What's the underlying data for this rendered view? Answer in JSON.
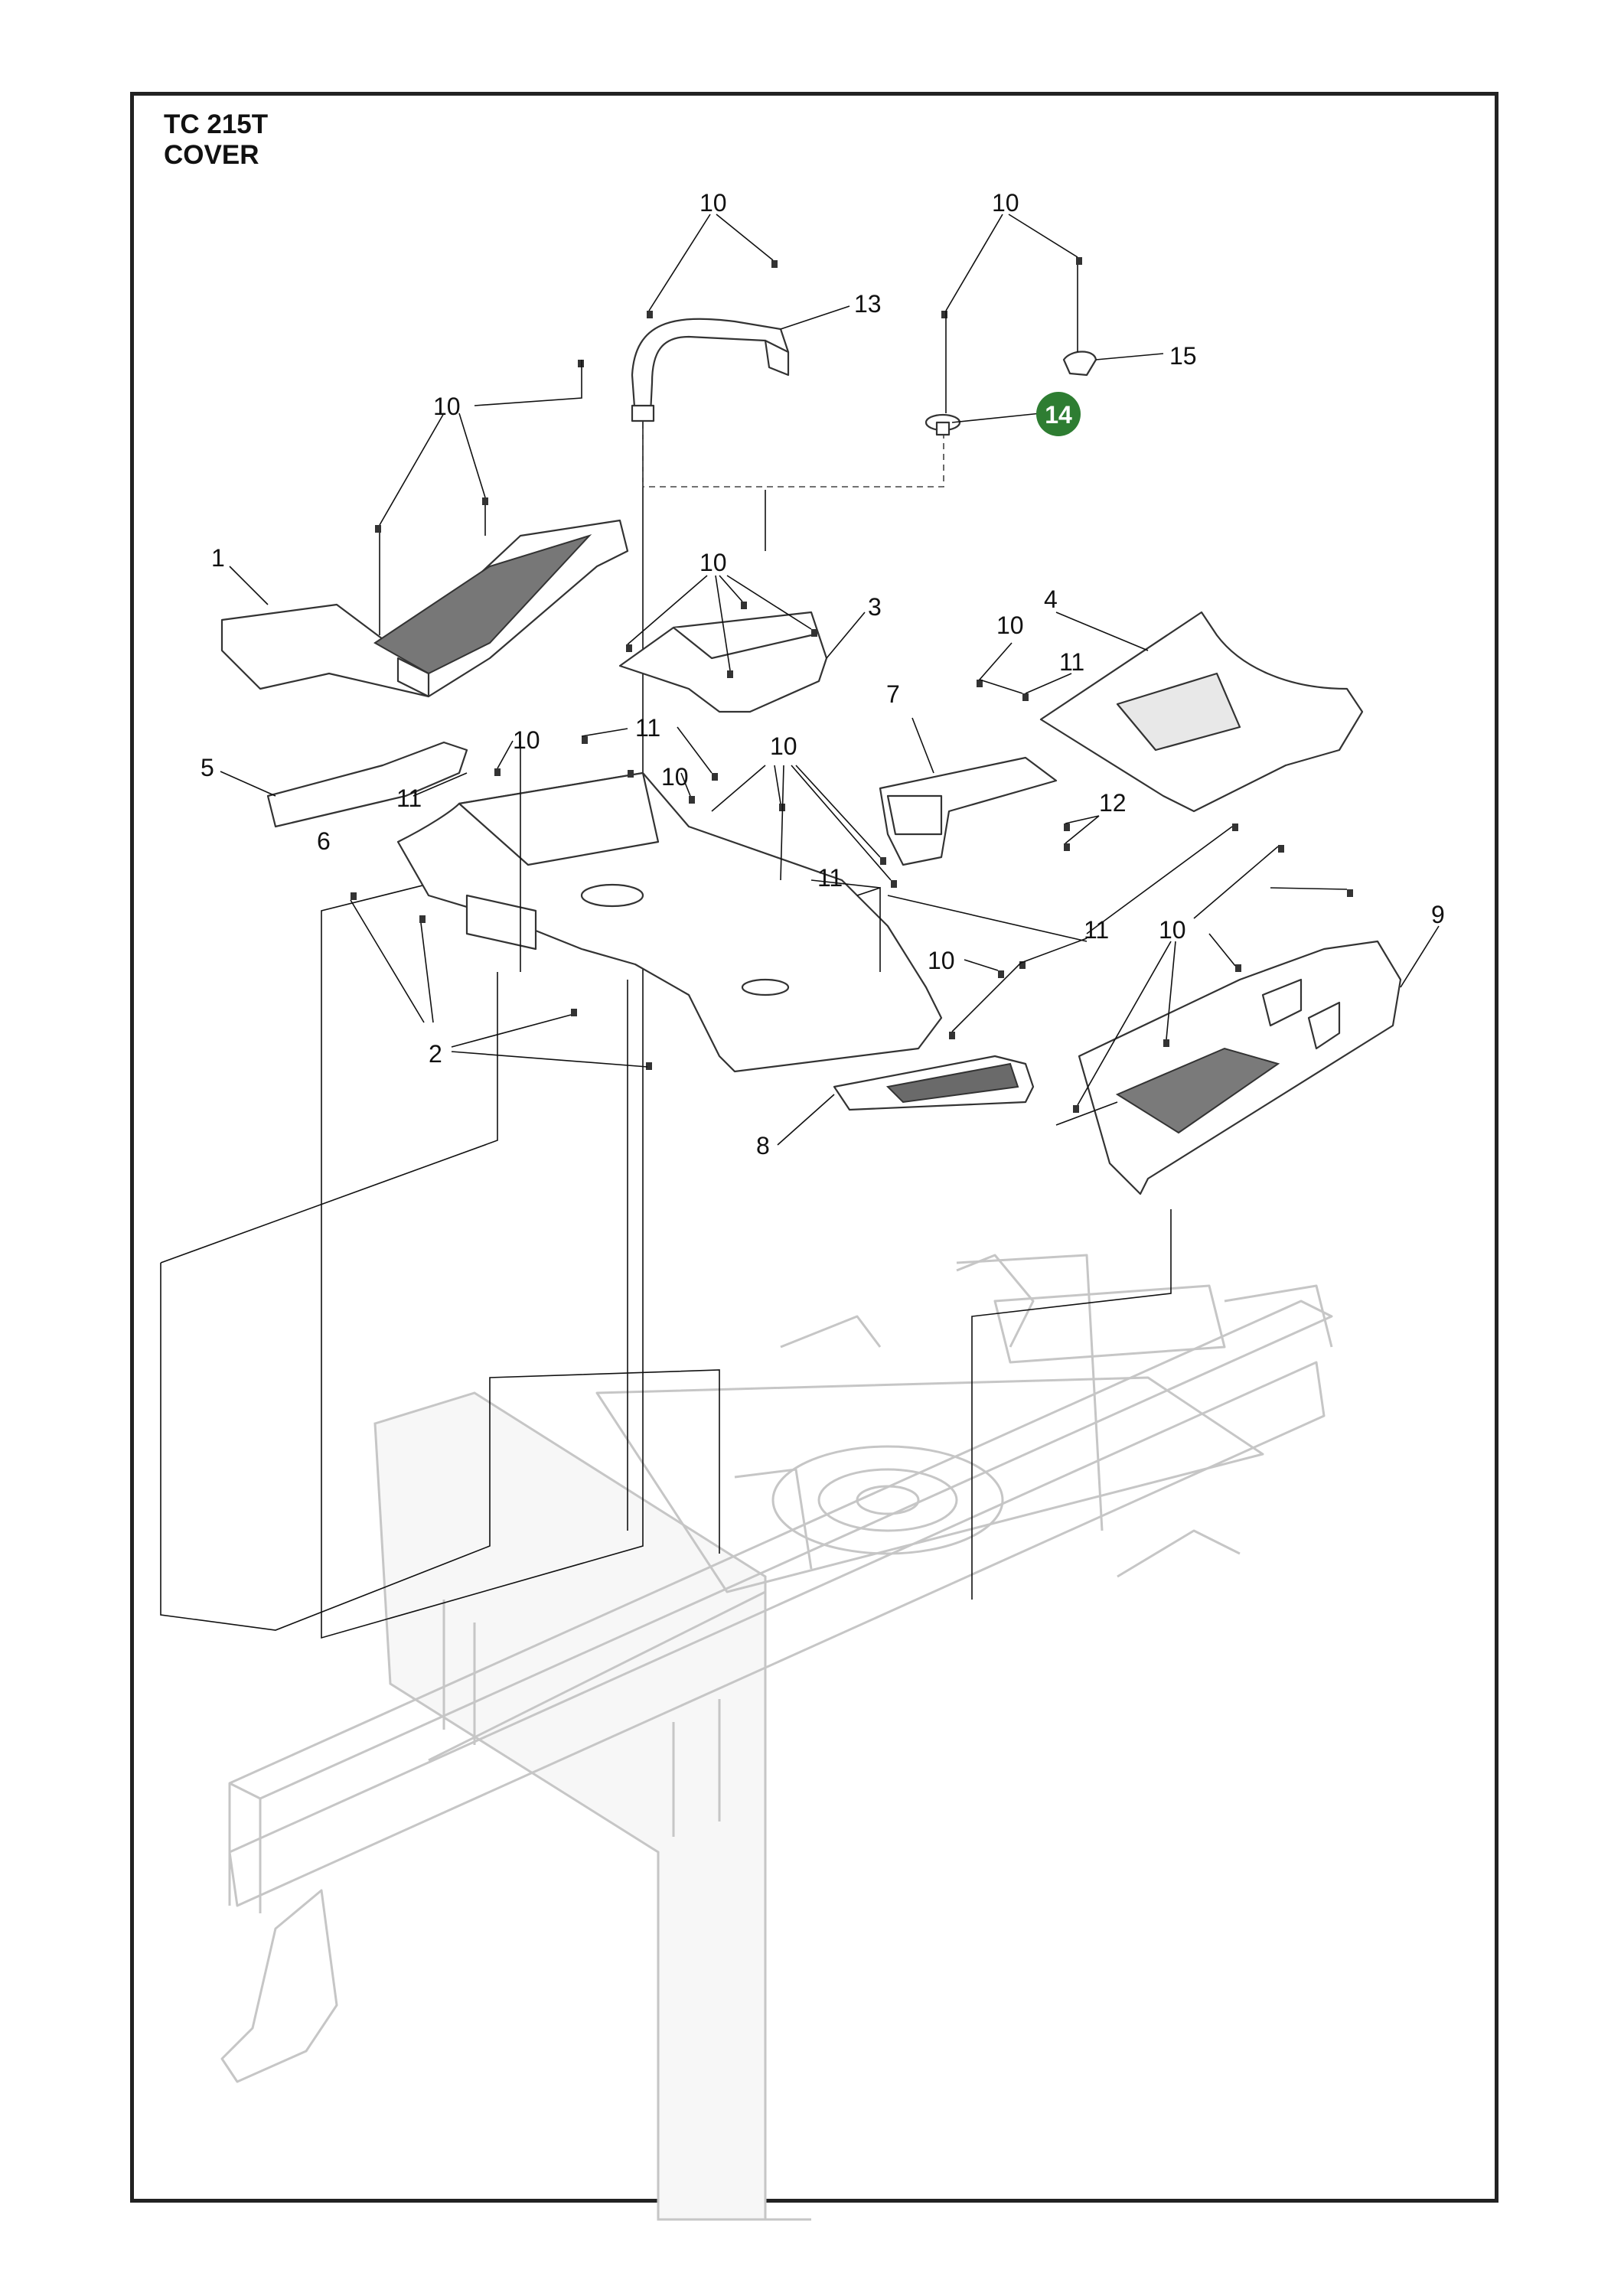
{
  "header": {
    "model": "TC 215T",
    "section": "COVER"
  },
  "highlight": {
    "label": "14",
    "color": "#2e7d32"
  },
  "callouts": [
    {
      "label": "10"
    },
    {
      "label": "10"
    },
    {
      "label": "13"
    },
    {
      "label": "15"
    },
    {
      "label": "10"
    },
    {
      "label": "1"
    },
    {
      "label": "10"
    },
    {
      "label": "3"
    },
    {
      "label": "4"
    },
    {
      "label": "10"
    },
    {
      "label": "11"
    },
    {
      "label": "7"
    },
    {
      "label": "5"
    },
    {
      "label": "10"
    },
    {
      "label": "11"
    },
    {
      "label": "11"
    },
    {
      "label": "10"
    },
    {
      "label": "10"
    },
    {
      "label": "6"
    },
    {
      "label": "12"
    },
    {
      "label": "11"
    },
    {
      "label": "9"
    },
    {
      "label": "10"
    },
    {
      "label": "11"
    },
    {
      "label": "10"
    },
    {
      "label": "2"
    },
    {
      "label": "8"
    }
  ]
}
